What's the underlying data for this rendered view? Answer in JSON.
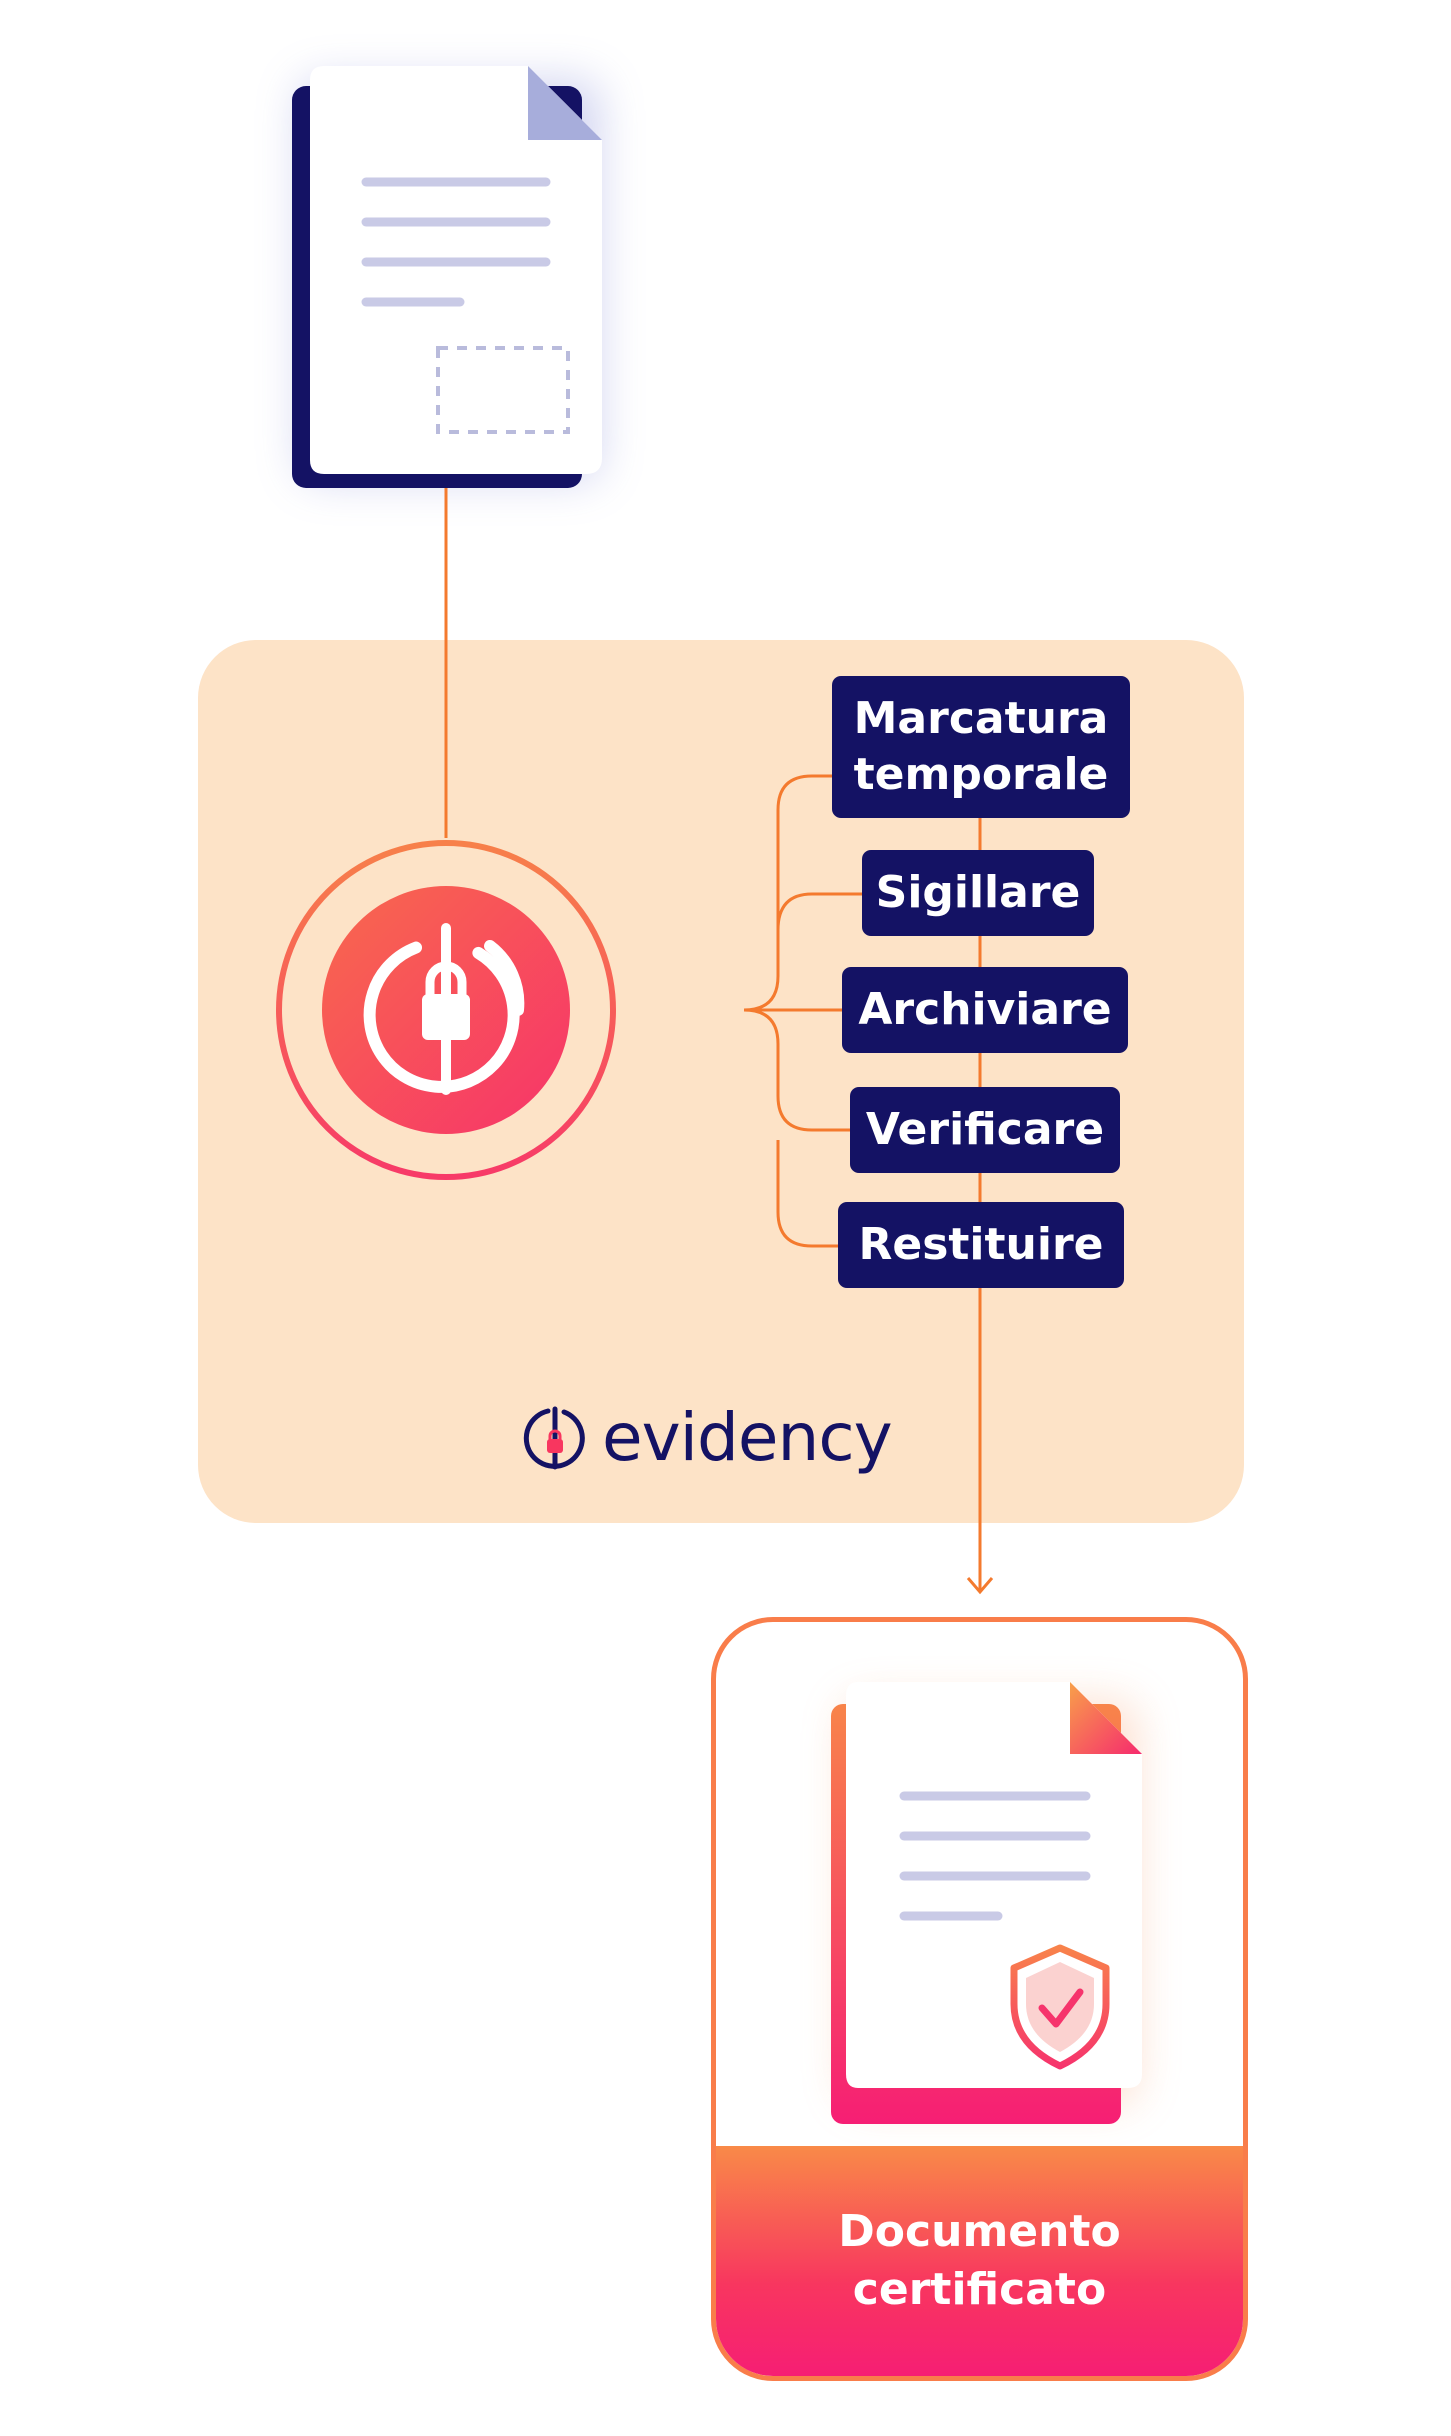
{
  "steps": [
    {
      "line1": "Marcatura",
      "line2": "temporale"
    },
    {
      "line1": "Sigillare"
    },
    {
      "line1": "Archiviare"
    },
    {
      "line1": "Verificare"
    },
    {
      "line1": "Restituire"
    }
  ],
  "brand": {
    "name": "evidency"
  },
  "output": {
    "line1": "Documento",
    "line2": "certificato"
  },
  "icons": [
    "source-document-icon",
    "evidency-lock-icon",
    "certified-document-icon",
    "shield-check-icon"
  ],
  "colors": {
    "navy": "#141264",
    "orange": "#f47a2e",
    "pink": "#f8365f",
    "panel": "#fde3c7",
    "doc_lines": "#c9cae6"
  }
}
